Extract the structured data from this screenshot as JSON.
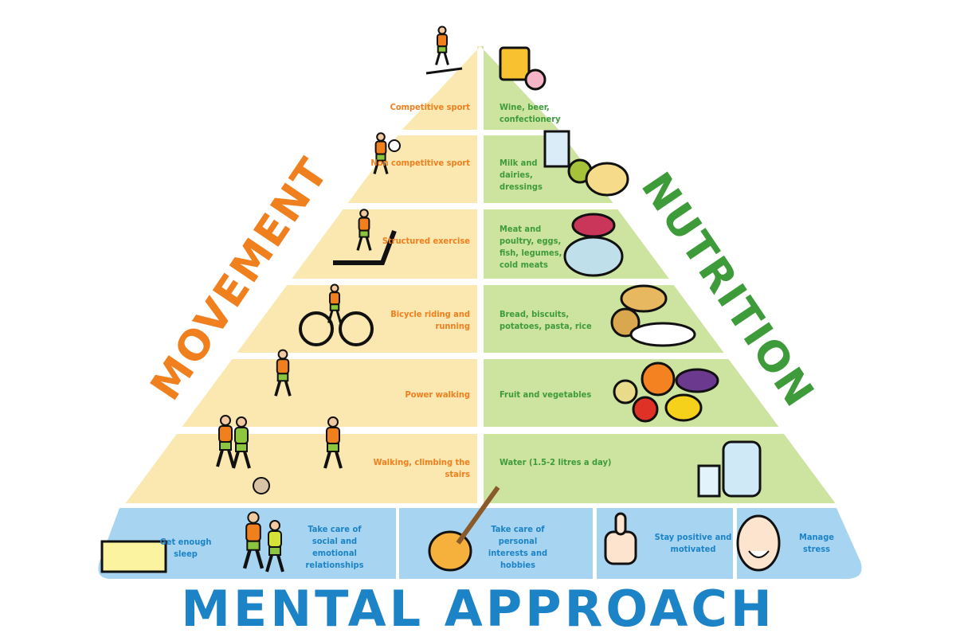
{
  "titles": {
    "movement": "MOVEMENT",
    "nutrition": "NUTRITION",
    "mental": "MENTAL APPROACH"
  },
  "movement": [
    {
      "label": "Competitive sport",
      "icon": "hurdler-icon"
    },
    {
      "label": "Non competitive sport",
      "icon": "soccer-player-icon"
    },
    {
      "label": "Structured exercise",
      "icon": "treadmill-icon"
    },
    {
      "label": "Bicycle riding and running",
      "icon": "cyclist-icon"
    },
    {
      "label": "Power walking",
      "icon": "walker-icon"
    },
    {
      "label": "Walking, climbing the stairs",
      "icon": "stairs-climber-icon"
    }
  ],
  "nutrition": [
    {
      "label": "Wine, beer, confectionery",
      "icon": "beer-cake-icon"
    },
    {
      "label": "Milk and dairies, dressings",
      "icon": "milk-oil-cheese-icon"
    },
    {
      "label": "Meat and poultry, eggs, fish, legumes, cold meats",
      "icon": "meat-fish-icon"
    },
    {
      "label": "Bread, biscuits, potatoes, pasta, rice",
      "icon": "bread-pasta-icon"
    },
    {
      "label": "Fruit and vegetables",
      "icon": "fruit-vegetables-icon"
    },
    {
      "label": "Water (1.5-2 litres a day)",
      "icon": "water-jug-icon"
    }
  ],
  "mental": [
    {
      "label": "Get enough sleep",
      "icon": "sleeping-person-icon"
    },
    {
      "label": "Take care of social and emotional relationships",
      "icon": "family-icon"
    },
    {
      "label": "Take care of personal interests and hobbies",
      "icon": "guitar-icon"
    },
    {
      "label": "Stay positive and motivated",
      "icon": "thumbs-up-icon"
    },
    {
      "label": "Manage stress",
      "icon": "smiling-face-icon"
    }
  ],
  "colors": {
    "movement_fill": "#fbe7b0",
    "nutrition_fill": "#cde3a0",
    "mental_fill": "#a7d5f1",
    "movement_text": "#f07f1e",
    "nutrition_text": "#3e9b3a",
    "mental_text": "#1b83c6"
  }
}
